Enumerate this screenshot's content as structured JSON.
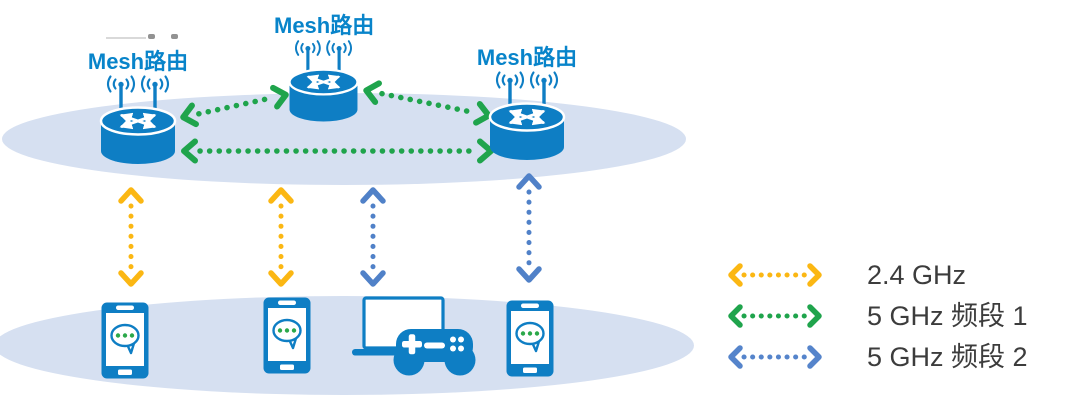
{
  "routers": [
    {
      "label": "Mesh路由"
    },
    {
      "label": "Mesh路由"
    },
    {
      "label": "Mesh路由"
    }
  ],
  "legend": {
    "items": [
      {
        "label": "2.4 GHz",
        "color": "#FBB713"
      },
      {
        "label": "5 GHz 频段 1",
        "color": "#1FA44C"
      },
      {
        "label": "5 GHz 频段 2",
        "color": "#5584CB"
      }
    ]
  },
  "devices": [
    {
      "type": "smartphone",
      "icon": "chat-phone-icon"
    },
    {
      "type": "smartphone",
      "icon": "chat-phone-icon"
    },
    {
      "type": "laptop-gamepad",
      "icon": "laptop-gamepad-icon"
    },
    {
      "type": "smartphone",
      "icon": "chat-phone-icon"
    }
  ],
  "connections": {
    "mesh_backhaul": [
      {
        "from": "router-1",
        "to": "router-2",
        "band": "5 GHz 频段 1"
      },
      {
        "from": "router-2",
        "to": "router-3",
        "band": "5 GHz 频段 1"
      },
      {
        "from": "router-1",
        "to": "router-3",
        "band": "5 GHz 频段 1"
      }
    ],
    "device_links": [
      {
        "device": "phone-1",
        "band": "2.4 GHz"
      },
      {
        "device": "phone-2",
        "band": "2.4 GHz"
      },
      {
        "device": "laptop-gamepad",
        "band": "5 GHz 频段 2"
      },
      {
        "device": "phone-3",
        "band": "5 GHz 频段 2"
      }
    ]
  },
  "colors": {
    "device_blue": "#0E7EC4",
    "cloud_fill": "#D6E0F1",
    "band_24ghz": "#FBB713",
    "band_5ghz_1": "#1FA44C",
    "band_5ghz_2": "#5081C8",
    "router_label": "#0884CA",
    "legend_text": "#3C3C3C"
  }
}
